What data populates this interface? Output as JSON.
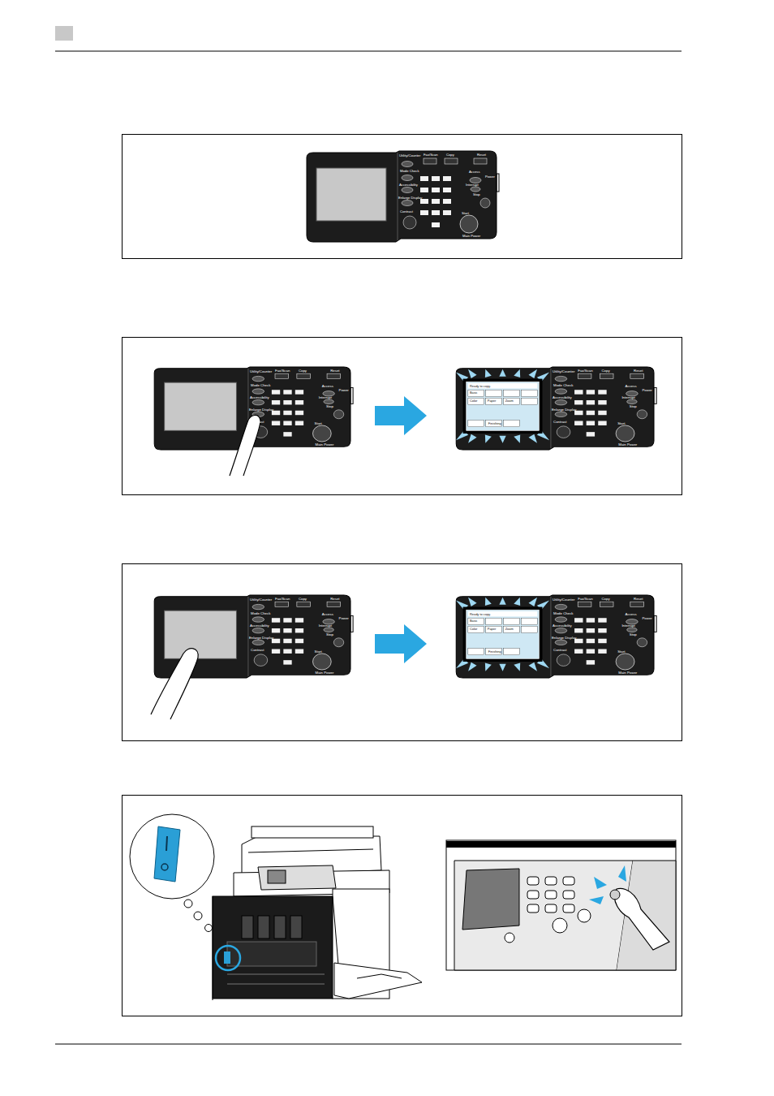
{
  "diagram": {
    "labels": [
      "Utility/Counter",
      "Fax/Scan",
      "Copy",
      "Reset",
      "Mode Check",
      "Access",
      "Power",
      "Accessibility",
      "Interrupt",
      "Enlarge Display",
      "Stop",
      "Contrast",
      "Start",
      "Main Power",
      "Utility/Counter",
      "Fax/Scan",
      "Copy",
      "Reset",
      "Mode Check",
      "Access",
      "Power",
      "Accessibility",
      "Interrupt",
      "Enlarge Display",
      "Stop",
      "Contrast",
      "Start",
      "Main Power",
      "Utility/Counter",
      "Fax/Scan",
      "Copy",
      "Reset",
      "Mode Check",
      "Access",
      "Power",
      "Accessibility",
      "Interrupt",
      "Enlarge Display",
      "Stop",
      "Contrast",
      "Start",
      "Main Power",
      "Ready to copy.",
      "Basic",
      "Color",
      "Paper",
      "Zoom",
      "Finishing",
      "Utility/Counter",
      "Fax/Scan",
      "Copy",
      "Reset",
      "Mode Check",
      "Access",
      "Power",
      "Accessibility",
      "Interrupt",
      "Enlarge Display",
      "Stop",
      "Contrast",
      "Start",
      "Main Power",
      "Utility/Counter",
      "Fax/Scan",
      "Copy",
      "Reset",
      "Mode Check",
      "Access",
      "Power",
      "Accessibility",
      "Interrupt",
      "Enlarge Display",
      "Stop",
      "Contrast",
      "Start",
      "Main Power",
      "Ready to copy.",
      "Basic",
      "Color",
      "Paper",
      "Zoom",
      "Finishing"
    ]
  }
}
